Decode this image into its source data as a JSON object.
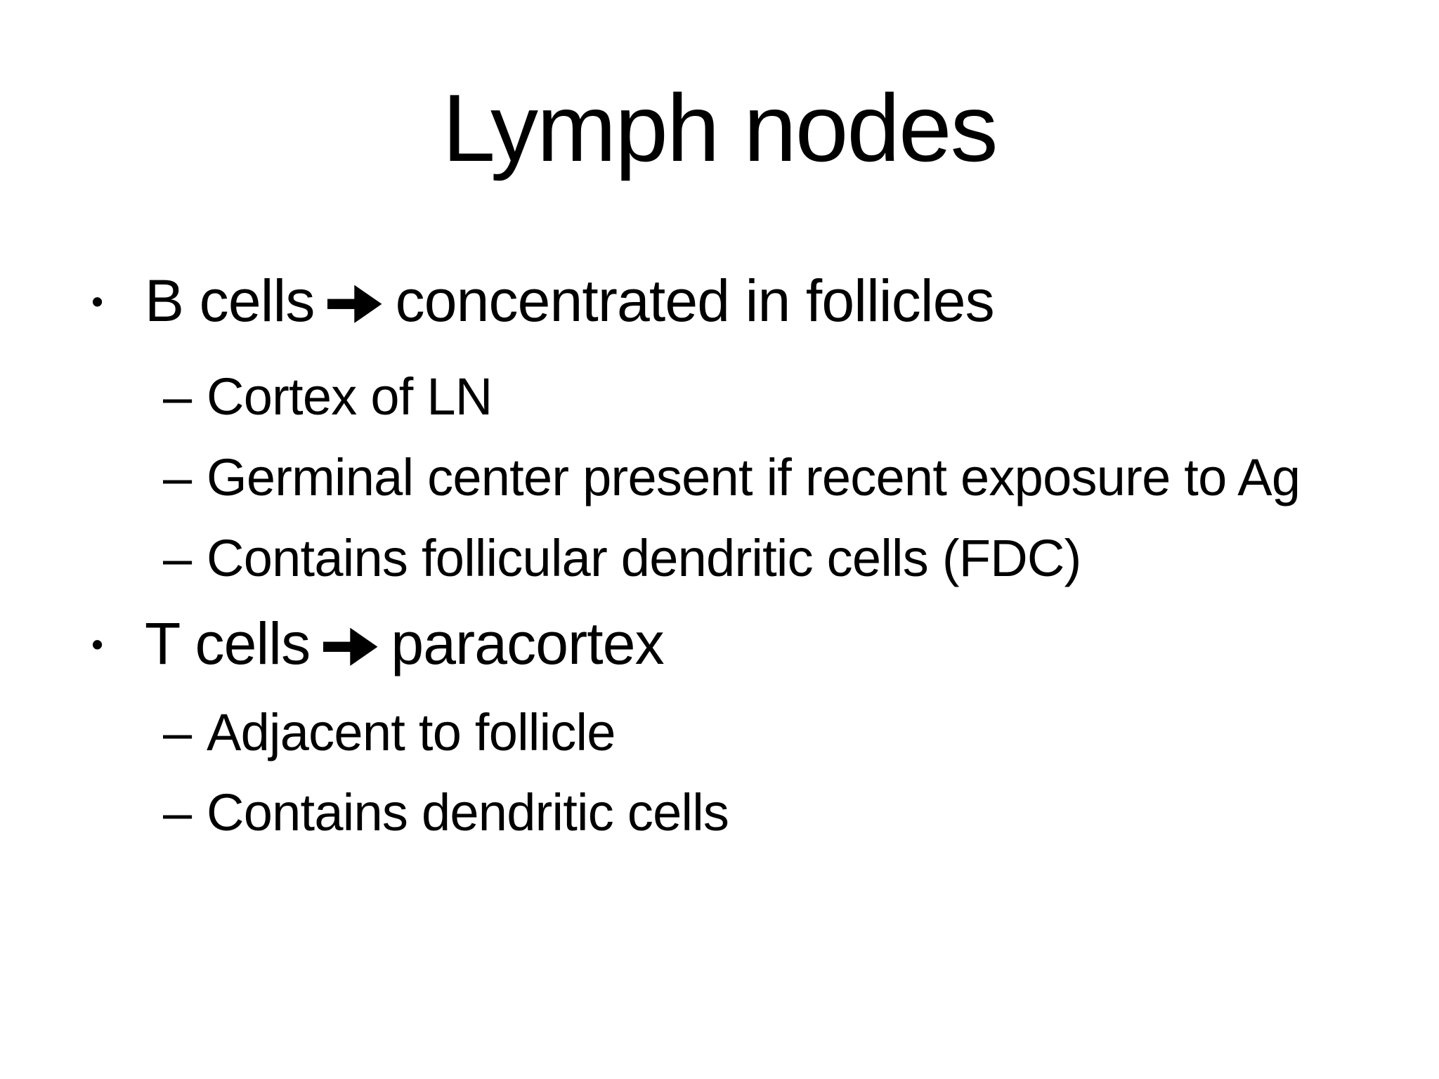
{
  "slide": {
    "title": "Lymph nodes",
    "bullet_glyph": "•",
    "sub_bullet_glyph": "–",
    "colors": {
      "background": "#ffffff",
      "text": "#000000"
    },
    "bullets": [
      {
        "lead": "B cells",
        "tail": "concentrated in follicles",
        "subs": [
          "Cortex of LN",
          "Germinal center present if recent exposure to Ag",
          "Contains follicular dendritic cells (FDC)"
        ]
      },
      {
        "lead": "T cells",
        "tail": "paracortex",
        "subs": [
          "Adjacent to follicle",
          "Contains dendritic cells"
        ]
      }
    ]
  }
}
